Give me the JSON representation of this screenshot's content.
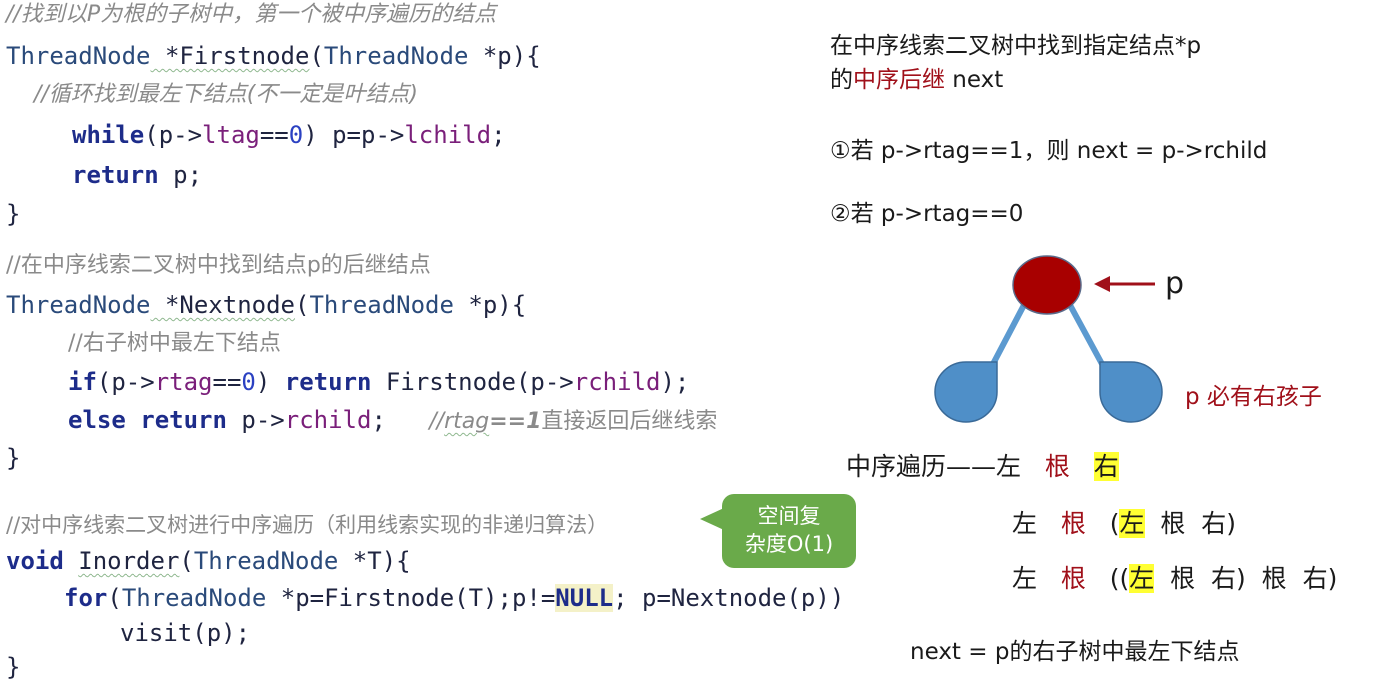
{
  "code": {
    "firstnode_comment": "//找到以P为根的子树中，第一个被中序遍历的结点",
    "firstnode_sig_type": "ThreadNode",
    "firstnode_sig_name": " *Firstnode",
    "firstnode_sig_paren": "(",
    "firstnode_sig_param_type": "ThreadNode",
    "firstnode_sig_param": " *p){",
    "firstnode_loop_comment": "    //循环找到最左下结点(不一定是叶结点)",
    "firstnode_while_kw": "while",
    "firstnode_while_a": "(p->",
    "firstnode_while_field": "ltag",
    "firstnode_while_b": "==",
    "firstnode_while_zero": "0",
    "firstnode_while_c": ") p=p->",
    "firstnode_while_field2": "lchild",
    "firstnode_while_d": ";",
    "firstnode_return_kw": "return",
    "firstnode_return_rest": " p;",
    "close_brace": "}",
    "nextnode_comment": "//在中序线索二叉树中找到结点p的后继结点",
    "nextnode_sig_type": "ThreadNode",
    "nextnode_sig_name": " *Nextnode",
    "nextnode_sig_paren": "(",
    "nextnode_sig_param_type": "ThreadNode",
    "nextnode_sig_param": " *p){",
    "nextnode_inner_comment": "//右子树中最左下结点",
    "nextnode_if_kw": "if",
    "nextnode_if_a": "(p->",
    "nextnode_if_field": "rtag",
    "nextnode_if_b": "==",
    "nextnode_if_zero": "0",
    "nextnode_if_c": ") ",
    "nextnode_if_return": "return",
    "nextnode_if_d": " Firstnode(p->",
    "nextnode_if_field2": "rchild",
    "nextnode_if_e": ");",
    "nextnode_else_kw": "else return",
    "nextnode_else_a": " p->",
    "nextnode_else_field": "rchild",
    "nextnode_else_b": ";   ",
    "nextnode_else_comment_a": "//",
    "nextnode_else_comment_b": "rtag",
    "nextnode_else_comment_c": "==1",
    "nextnode_else_comment_d": "直接返回后继线索",
    "inorder_comment": "//对中序线索二叉树进行中序遍历（利用线索实现的非递归算法）",
    "inorder_void": "void",
    "inorder_name": "Inorder",
    "inorder_paren": "(",
    "inorder_param_type": "ThreadNode",
    "inorder_param": " *T){",
    "inorder_for_kw": "for",
    "inorder_for_a": "(",
    "inorder_for_type": "ThreadNode",
    "inorder_for_b": " *p=Firstnode(T);p!=",
    "inorder_for_null": "NULL",
    "inorder_for_c": "; p=Nextnode(p))",
    "inorder_visit": "visit(p);"
  },
  "bubble": {
    "text": "空间复杂度O(1)"
  },
  "right": {
    "title_line1": "在中序线索二叉树中找到指定结点*p",
    "title_line2_prefix": "的",
    "title_line2_red": "中序后继",
    "title_line2_suffix": " next",
    "case1": "①若 p->rtag==1，则 next = p->rchild",
    "case2": "②若 p->rtag==0",
    "p_label": "p",
    "has_right_child": "p 必有右孩子",
    "row1_label": "中序遍历——左",
    "row_root": "根",
    "row_right": "右",
    "row_left": "左",
    "paren_open": "(",
    "paren_open2": "((",
    "paren_close": ")",
    "row2_tail": "  根  右)",
    "row3_tail": "  根  右)  根  右)",
    "conclusion": "next = p的右子树中最左下结点"
  },
  "colors": {
    "node_root": "#a80000",
    "node_children": "#4f8fc8",
    "edge": "#5c9ad0",
    "arrow": "#a0101a",
    "highlight": "#ffff33",
    "bubble": "#6aaa4a"
  }
}
